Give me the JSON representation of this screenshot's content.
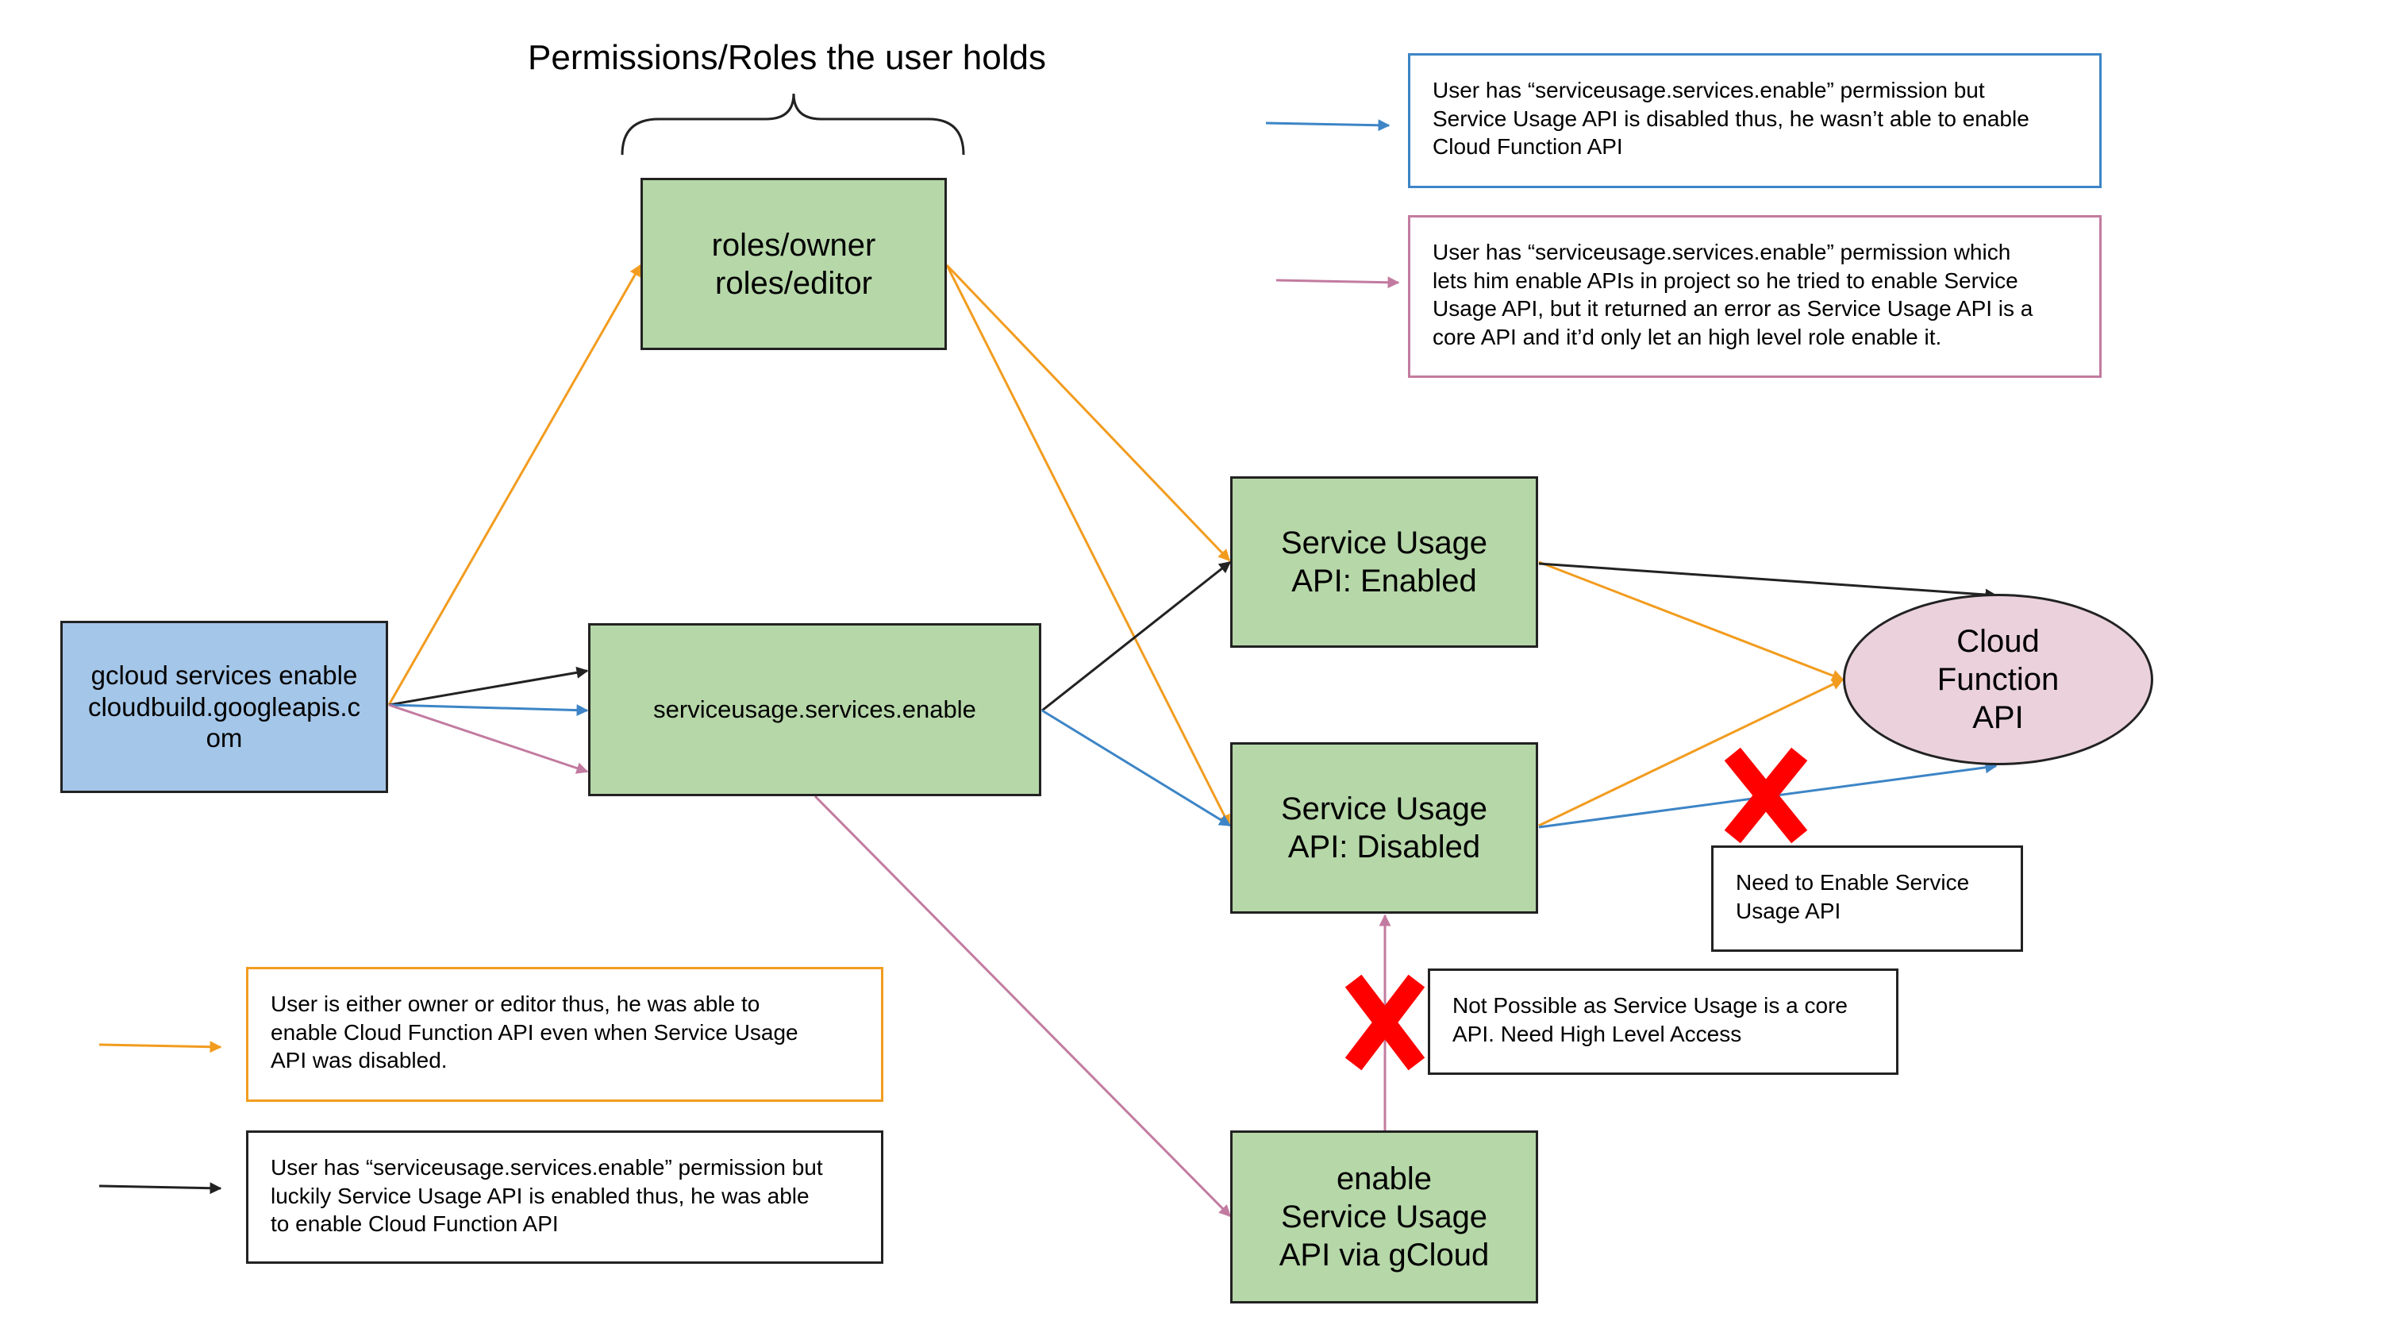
{
  "title": "Permissions/Roles the user holds",
  "colors": {
    "orange": "#f29c1f",
    "black": "#222222",
    "blue": "#3d85c6",
    "pink": "#c27ba0",
    "red_x": "#ff0000"
  },
  "nodes": {
    "gcloud_cmd": "gcloud services enable\ncloudbuild.googleapis.c\nom",
    "roles": "roles/owner\nroles/editor",
    "permission": "serviceusage.services.enable",
    "su_enabled": "Service Usage\nAPI: Enabled",
    "su_disabled": "Service Usage\nAPI: Disabled",
    "cloud_function": "Cloud\nFunction\nAPI",
    "enable_su": "enable\nService Usage\nAPI via gCloud"
  },
  "annotations": {
    "need_enable": "Need to Enable Service\nUsage API",
    "not_possible": "Not Possible as Service Usage is a core\nAPI. Need High Level Access"
  },
  "legend": {
    "blue": "User has “serviceusage.services.enable” permission but\nService Usage API is disabled thus, he wasn’t able to enable\nCloud Function API",
    "pink": "User has “serviceusage.services.enable” permission which\nlets him enable APIs in project so he tried to enable Service\nUsage API, but it returned an error as Service Usage API is a\ncore API and it’d only let an high level role enable it.",
    "orange": "User is either owner or editor thus, he was able to\nenable Cloud Function API even when Service Usage\nAPI was disabled.",
    "black": "User has “serviceusage.services.enable” permission but\nluckily Service Usage API is enabled thus, he was able\nto enable Cloud Function API"
  }
}
